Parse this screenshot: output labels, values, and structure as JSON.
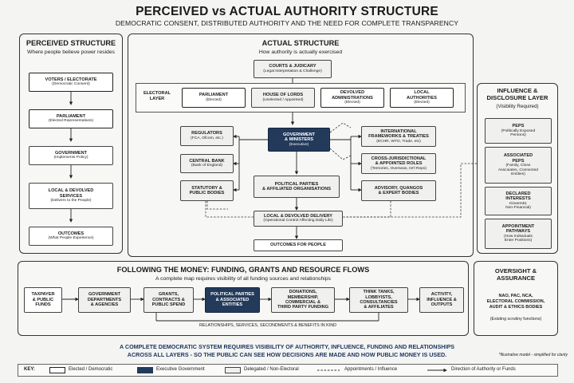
{
  "title": "PERCEIVED vs ACTUAL AUTHORITY STRUCTURE",
  "subtitle": "DEMOCRATIC CONSENT, DISTRIBUTED AUTHORITY AND THE NEED FOR COMPLETE TRANSPARENCY",
  "perceived": {
    "heading": "PERCEIVED STRUCTURE",
    "sub": "Where people believe power resides",
    "boxes": [
      {
        "t": "VOTERS / ELECTORATE",
        "s": "(Democratic Consent)"
      },
      {
        "t": "PARLIAMENT",
        "s": "(Elected Representatives)"
      },
      {
        "t": "GOVERNMENT",
        "s": "(Implements Policy)"
      },
      {
        "t": "LOCAL & DEVOLVED\nSERVICES",
        "s": "(Delivers to the People)"
      },
      {
        "t": "OUTCOMES",
        "s": "(What People Experience)"
      }
    ]
  },
  "actual": {
    "heading": "ACTUAL STRUCTURE",
    "sub": "How authority is actually exercised",
    "courts": {
      "t": "COURTS & JUDICARY",
      "s": "(Legal Interpretation & Challenge)"
    },
    "electoral_layer": "ELECTORAL\nLAYER",
    "parliament": {
      "t": "PARLIAMENT",
      "s": "(Elected)"
    },
    "lords": {
      "t": "HOUSE OF LORDS",
      "s": "(Unelected / Appointed)"
    },
    "devolved": {
      "t": "DEVOLVED\nADMINISTRATIONS",
      "s": "(Elected)"
    },
    "local_auth": {
      "t": "LOCAL\nAUTHORITIES",
      "s": "(Elected)"
    },
    "regulators": {
      "t": "REGULATORS",
      "s": "(FCA, Ofcom, etc.)"
    },
    "central_bank": {
      "t": "CENTRAL BANK",
      "s": "(Bank of England)"
    },
    "statutory": {
      "t": "STATUTORY &\nPUBLIC BODIES",
      "s": ""
    },
    "government": {
      "t": "GOVERNMENT\n& MINISTERS",
      "s": "(Executive)"
    },
    "intl": {
      "t": "INTERNATIONAL\nFRAMEWORKS & TREATIES",
      "s": "(ECHR, WTO, Trade, etc)"
    },
    "cross": {
      "t": "CROSS-JURISDICTIONAL\n& APPOINTED ROLES",
      "s": "(Terriories, Overseas, Int'l Reps)"
    },
    "parties": {
      "t": "POLITICAL PARTIES\n& AFFILIATED ORGANISATIONS",
      "s": ""
    },
    "advisory": {
      "t": "ADVISORY, QUANGOS\n& EXPERT BODIES",
      "s": ""
    },
    "local_delivery": {
      "t": "LOCAL & DEVOLVED DELIVERY",
      "s": "(Operational Control Affecting Daily Life)"
    },
    "outcomes": {
      "t": "OUTCOMES FOR PEOPLE",
      "s": ""
    }
  },
  "influence": {
    "heading": "INFLUENCE &\nDISCLOSURE LAYER",
    "sub": "(Visibility Required)",
    "boxes": [
      {
        "t": "PEPS",
        "s": "(Politically Exposed\nPersons)"
      },
      {
        "t": "ASSOCIATED\nPEPS",
        "s": "(Family, Close\nAsscoiates, Connected\nEntities)"
      },
      {
        "t": "DECLARED\nINTERESTS",
        "s": "Kineersti1\nNon-Financial)"
      },
      {
        "t": "APPOINTMENT\nPATHWAYS",
        "s": "(How Individuals\nEnter Positions)"
      }
    ]
  },
  "money": {
    "heading": "FOLLOWING THE MONEY: FUNDING, GRANTS AND RESOURCE FLOWS",
    "sub": "A complete map requires visibility of all funding sources and relationships",
    "boxes": [
      {
        "t": "TAXPAYER\n& PUBLIC\nFUNDS",
        "s": ""
      },
      {
        "t": "GOVERNMENT\nDEPARTMENTS\n& AGENCIES",
        "s": ""
      },
      {
        "t": "GRANTS,\nCONTRACTS &\nPUBLIC SPEND",
        "s": ""
      },
      {
        "t": "POLITICAL PARTIES\n& ASSOCIATED\nENTITIES",
        "s": ""
      },
      {
        "t": "DONATIONS,\nMEMBERSHIP,\nCOMMERCIAL &\nTHIRD PARTY FUNDING",
        "s": ""
      },
      {
        "t": "THINK TANKS,\nLOBBYISTS,\nCONSULTANCIES\n& AFFILIATES",
        "s": ""
      },
      {
        "t": "ACTIVITY,\nINFLUENCE &\nOUTPUTS",
        "s": ""
      }
    ],
    "bottom_label": "RELATIONSHIPS, SERVICES, SECONDMENTS & BENEFITS IN KIND"
  },
  "oversight": {
    "heading": "OVERSIGHT &\nASSURANCE",
    "body": "NAO, PAC, NCA,\nELECTORAL COMMISSION,\nAUDIT & ETHICS BODIES",
    "note": "(Existing scrutiny functions)"
  },
  "footer": {
    "line1": "A COMPLETE DEMOCRATIC SYSTEM REQUIRES VISIBILITY OF AUTHORITY, INFLUENCE, FUNDING AND RELATIONSHIPS",
    "line2": "ACROSS ALL LAYERS - SO THE PUBLIC CAN SEE HOW DECISIONS ARE MADE AND HOW PUBLIC MONEY IS USED.",
    "note": "*Illustrative model - simplified for clarity"
  },
  "key": {
    "label": "KEY:",
    "elected": "Elected / Democratic",
    "executive": "Executive Government",
    "delegated": "Delegated / Non-Electoral",
    "appointments": "Appointments / Influence",
    "direction": "Direction of Authority or Funds"
  },
  "colors": {
    "navy": "#233a5b",
    "border": "#333333",
    "background": "#f4f4f2"
  }
}
